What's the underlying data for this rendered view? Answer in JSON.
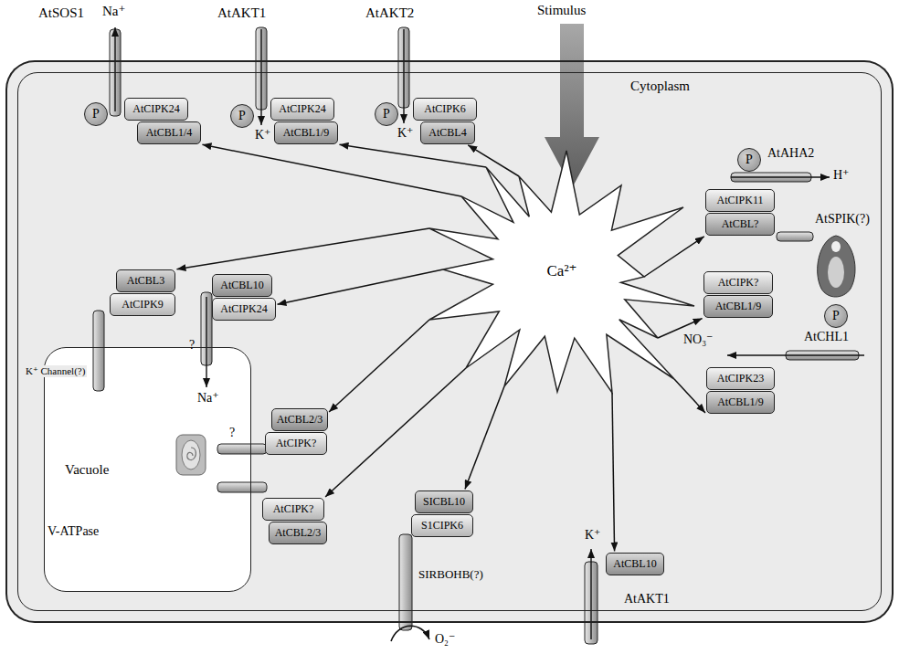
{
  "diagram": {
    "nodes": [
      {
        "text": [
          "Cytoplasm"
        ]
      },
      {
        "text": [
          "P"
        ],
        "in": 0
      },
      {
        "text": [
          "AtCIPK24"
        ],
        "in": 0
      },
      {
        "text": [
          "AtCBL1/4"
        ],
        "in": 0
      },
      {
        "text": [
          "P"
        ],
        "in": 0
      },
      {
        "text": [
          "AtCIPK24"
        ],
        "in": 0
      },
      {
        "text": [
          "AtCBL1/9"
        ],
        "in": 0
      },
      {
        "text": [
          "P"
        ],
        "in": 0
      },
      {
        "text": [
          "AtCIPK6"
        ],
        "in": 0
      },
      {
        "text": [
          "AtCBL4"
        ],
        "in": 0
      },
      {
        "text": [
          "Ca²⁺"
        ],
        "in": 0
      },
      {
        "text": [
          "P"
        ],
        "in": 0
      },
      {
        "text": [
          "AtCIPK11"
        ],
        "in": 0
      },
      {
        "text": [
          "AtCBL?"
        ],
        "in": 0
      },
      {
        "text": [
          "AtCBL3"
        ],
        "in": 0
      },
      {
        "text": [
          "AtCIPK9"
        ],
        "in": 0
      },
      {
        "text": [
          "AtCBL10"
        ],
        "in": 0
      },
      {
        "text": [
          "AtCIPK24"
        ],
        "in": 0
      },
      {
        "text": [
          "AtCIPK?"
        ],
        "in": 0
      },
      {
        "text": [
          "AtCBL1/9"
        ],
        "in": 0
      },
      {
        "text": [
          "P"
        ],
        "in": 0
      },
      {
        "text": [
          "AtCIPK23"
        ],
        "in": 0
      },
      {
        "text": [
          "AtCBL1/9"
        ],
        "in": 0
      },
      {
        "text": [
          "Vacuole"
        ],
        "in": 0
      },
      {
        "text": [
          "AtCBL2/3"
        ],
        "in": 0
      },
      {
        "text": [
          "AtCIPK?"
        ],
        "in": 0
      },
      {
        "text": [
          "AtCIPK?"
        ],
        "in": 0
      },
      {
        "text": [
          "AtCBL2/3"
        ],
        "in": 0
      },
      {
        "text": [
          "SICBL10"
        ],
        "in": 0
      },
      {
        "text": [
          "S1CIPK6"
        ],
        "in": 0
      },
      {
        "text": [
          "AtCBL10"
        ],
        "in": 0
      }
    ],
    "edges": [
      {
        "from": 10,
        "to": 3,
        "arrow": "to"
      },
      {
        "from": 10,
        "to": 6,
        "arrow": "to"
      },
      {
        "from": 10,
        "to": 9,
        "arrow": "to"
      },
      {
        "from": 10,
        "to": 13,
        "arrow": "to"
      },
      {
        "from": 10,
        "to": 14,
        "arrow": "to"
      },
      {
        "from": 10,
        "to": 17,
        "arrow": "to"
      },
      {
        "from": 10,
        "to": 19,
        "arrow": "to"
      },
      {
        "from": 10,
        "to": 22,
        "arrow": "to"
      },
      {
        "from": 10,
        "to": 24,
        "arrow": "to"
      },
      {
        "from": 10,
        "to": 26,
        "arrow": "to"
      },
      {
        "from": 10,
        "to": 28,
        "arrow": "to"
      },
      {
        "from": 10,
        "to": 30,
        "arrow": "to"
      }
    ],
    "labels": [
      "AtSOS1",
      "Na⁺",
      "AtAKT1",
      "K⁺",
      "AtAKT2",
      "K⁺",
      "Stimulus",
      "AtAHA2",
      "H⁺",
      "AtSPIK(?)",
      "K⁺ Channel(?)",
      "?",
      "Na⁺",
      "?",
      "V-ATPase",
      "AtCHL1",
      "NO₃⁻",
      "K⁺",
      "AtAKT1",
      "SIRBOHB(?)",
      "O₂⁻"
    ]
  }
}
